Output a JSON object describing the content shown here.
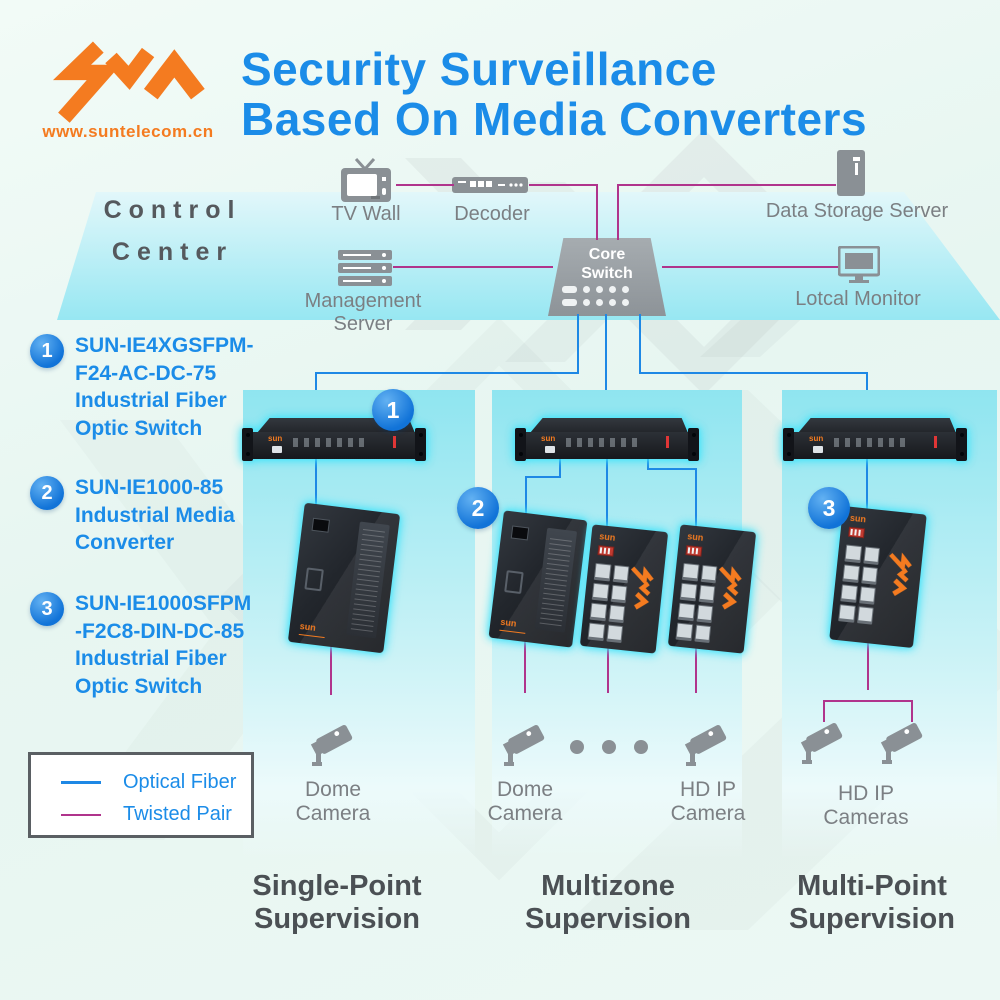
{
  "brand": {
    "logo_name": "SUN logo",
    "website": "www.suntelecom.cn",
    "device_logo": "sun"
  },
  "title": {
    "line1": "Security Surveillance",
    "line2": "Based On Media Converters"
  },
  "control_center": {
    "label_line1": "Control",
    "label_line2": "Center",
    "devices": {
      "tv_wall": "TV Wall",
      "decoder": "Decoder",
      "data_storage_server": "Data Storage Server",
      "management_server_line1": "Management",
      "management_server_line2": "Server",
      "core_switch_line1": "Core",
      "core_switch_line2": "Switch",
      "local_monitor": "Lotcal Monitor"
    }
  },
  "product_list": [
    {
      "number": "1",
      "lines": [
        "SUN-IE4XGSFPM-",
        "F24-AC-DC-75",
        "Industrial Fiber",
        "Optic Switch"
      ]
    },
    {
      "number": "2",
      "lines": [
        "SUN-IE1000-85",
        "Industrial Media",
        "Converter"
      ]
    },
    {
      "number": "3",
      "lines": [
        "SUN-IE1000SFPM",
        "-F2C8-DIN-DC-85",
        "Industrial Fiber",
        "Optic Switch"
      ]
    }
  ],
  "legend": {
    "optical_fiber": "Optical Fiber",
    "twisted_pair": "Twisted Pair"
  },
  "cameras": [
    {
      "label": [
        "Dome",
        "Camera"
      ]
    },
    {
      "label": [
        "Dome",
        "Camera"
      ]
    },
    {
      "label": [
        "HD IP",
        "Camera"
      ]
    },
    {
      "label": [
        "HD IP",
        "Cameras"
      ]
    }
  ],
  "sections": [
    {
      "title_line1": "Single-Point",
      "title_line2": "Supervision"
    },
    {
      "title_line1": "Multizone",
      "title_line2": "Supervision"
    },
    {
      "title_line1": "Multi-Point",
      "title_line2": "Supervision"
    }
  ],
  "colors": {
    "accent_blue": "#1b8ce8",
    "brand_orange": "#f47b20",
    "optical_fiber_line": "#1e88e5",
    "twisted_pair_line": "#b0348c",
    "device_glow": "#40e3fa",
    "gray_label": "#7b7f83"
  }
}
